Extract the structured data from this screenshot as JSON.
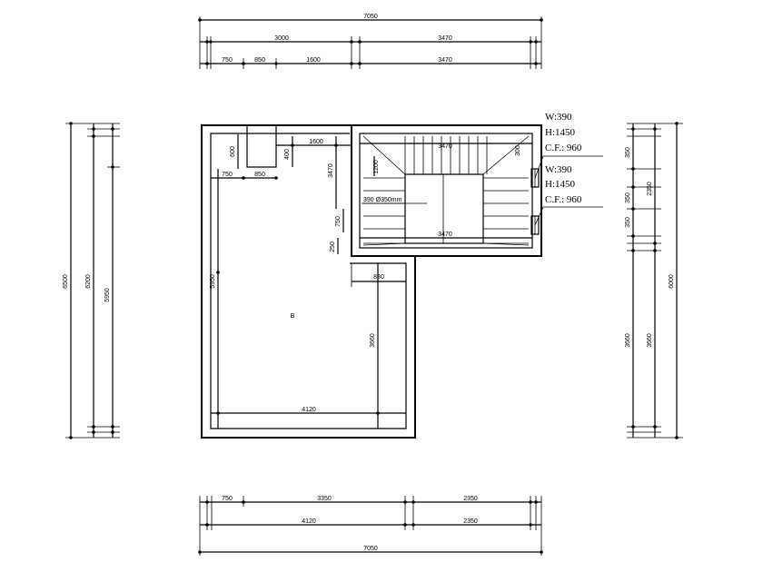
{
  "top_dims": {
    "overall": "7050",
    "row2": [
      "3000",
      "3470"
    ],
    "row3": [
      "750",
      "850",
      "1600",
      "3470"
    ]
  },
  "bottom_dims": {
    "row1": [
      "750",
      "3350",
      "2350"
    ],
    "row2": [
      "4120",
      "2350"
    ],
    "overall": "7050"
  },
  "left_dims": {
    "outer": "6500",
    "middle": "6200",
    "inner": "5950"
  },
  "right_dims": {
    "overall": "6000",
    "upper": "2350",
    "parts": [
      "350",
      "350",
      "350"
    ],
    "lower": [
      "3660",
      "3660"
    ]
  },
  "interior_dims": {
    "d600": "600",
    "d750": "750",
    "d850": "850",
    "d1600": "1600",
    "d400": "400",
    "d3470_v": "3470",
    "d3470_top": "3470",
    "d3470_bot": "3470",
    "d1200": "1200",
    "d750_v": "750",
    "d250": "250",
    "d830": "830",
    "d5950": "5950",
    "d3660": "3660",
    "d4120": "4120",
    "d300": "300",
    "open_label": "390 Ø350mm"
  },
  "room_label": "B",
  "windows": [
    {
      "w": "W:390",
      "h": "H:1450",
      "cf": "C.F.: 960"
    },
    {
      "w": "W:390",
      "h": "H:1450",
      "cf": "C.F.: 960"
    }
  ]
}
